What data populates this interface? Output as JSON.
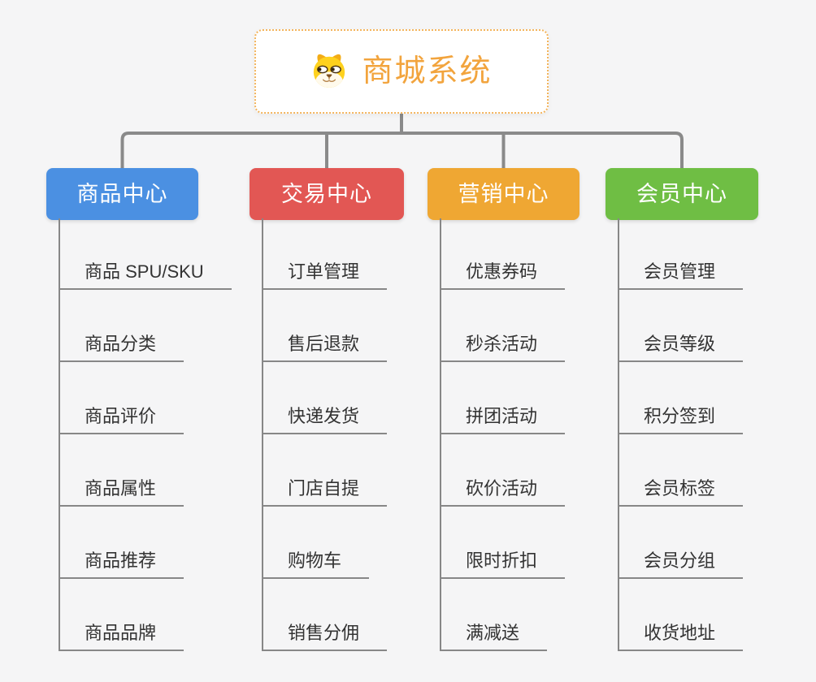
{
  "page": {
    "background": "#f5f5f6"
  },
  "root": {
    "title": "商城系统",
    "icon": "dog-face-icon",
    "title_color": "#f2a43d",
    "border_color": "#f3b45c"
  },
  "connector_color": "#8a8a8a",
  "leaf_line_color": "#878787",
  "leaf_text_color": "#333333",
  "branches": [
    {
      "label": "商品中心",
      "color": "#4b90e2",
      "children": [
        "商品 SPU/SKU",
        "商品分类",
        "商品评价",
        "商品属性",
        "商品推荐",
        "商品品牌"
      ]
    },
    {
      "label": "交易中心",
      "color": "#e25754",
      "children": [
        "订单管理",
        "售后退款",
        "快递发货",
        "门店自提",
        "购物车",
        "销售分佣"
      ]
    },
    {
      "label": "营销中心",
      "color": "#efa733",
      "children": [
        "优惠券码",
        "秒杀活动",
        "拼团活动",
        "砍价活动",
        "限时折扣",
        "满减送"
      ]
    },
    {
      "label": "会员中心",
      "color": "#6fbe44",
      "children": [
        "会员管理",
        "会员等级",
        "积分签到",
        "会员标签",
        "会员分组",
        "收货地址"
      ]
    }
  ]
}
